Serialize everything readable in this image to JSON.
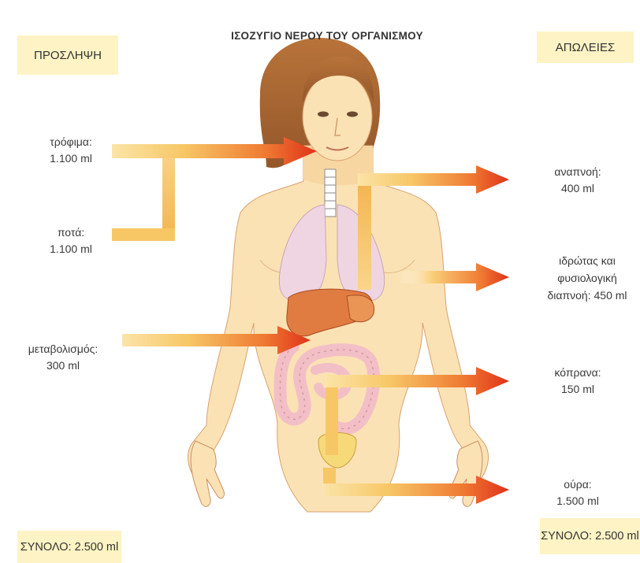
{
  "title": "ΙΣΟΖΥΓΙΟ ΝΕΡΟΥ ΤΟΥ ΟΡΓΑΝΙΣΜΟΥ",
  "intake": {
    "header": "ΠΡΟΣΛΗΨΗ",
    "total": "ΣΥΝΟΛΟ: 2.500 ml",
    "items": [
      {
        "name": "τρόφιμα:",
        "value": "1.100 ml"
      },
      {
        "name": "ποτά:",
        "value": "1.100 ml"
      },
      {
        "name": "μεταβολισμός:",
        "value": "300 ml"
      }
    ]
  },
  "losses": {
    "header": "ΑΠΩΛΕΙΕΣ",
    "total": "ΣΥΝΟΛΟ: 2.500 ml",
    "items": [
      {
        "name": "αναπνοή:",
        "value": "400 ml"
      },
      {
        "lines": [
          "ιδρώτας και",
          "φυσιολογική",
          "διαπνοή: 450 ml"
        ]
      },
      {
        "name": "κόπρανα:",
        "value": "150 ml"
      },
      {
        "name": "ούρα:",
        "value": "1.500 ml"
      }
    ]
  },
  "colors": {
    "box_bg": "#fdf3c4",
    "arrow_light": "#f7c766",
    "arrow_dark": "#e0321a",
    "skin": "#fbe2b4",
    "hair": "#a5632e",
    "lungs": "#efd5e1",
    "liver": "#e07c42",
    "intestine": "#f3bfc7",
    "bladder": "#f6da7a"
  }
}
